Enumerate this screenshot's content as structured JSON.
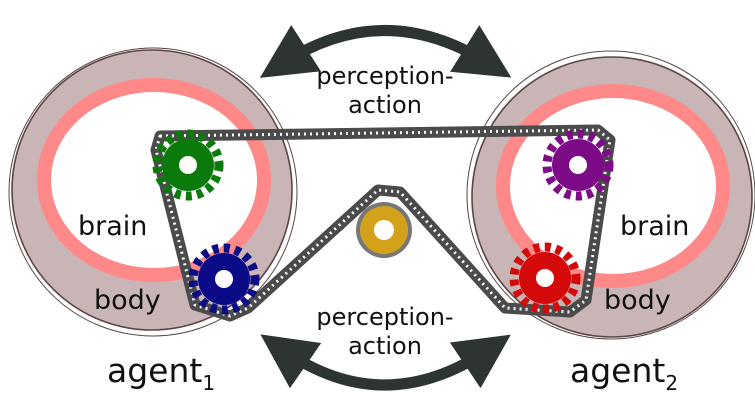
{
  "labels": {
    "perception_action_top_line1": "perception-",
    "perception_action_top_line2": "action",
    "perception_action_bottom_line1": "perception-",
    "perception_action_bottom_line2": "action",
    "agent1_brain": "brain",
    "agent1_body": "body",
    "agent2_brain": "brain",
    "agent2_body": "body",
    "agent1_name": "agent",
    "agent1_sub": "1",
    "agent2_name": "agent",
    "agent2_sub": "2"
  },
  "colors": {
    "body": "#c9b5b5",
    "body_outline": "#5a4646",
    "brain_ring": "#ff8888",
    "belt": "#4b4b4b",
    "arrow": "#2e3333",
    "gear_green": "#0a7a0a",
    "gear_navy": "#0b0b88",
    "gear_purple": "#7d0a87",
    "gear_red": "#d40a0a",
    "pulley": "#d4a21a"
  },
  "icons": {
    "top_arrow": "double-headed-curved-arrow",
    "bottom_arrow": "double-headed-curved-arrow",
    "gears": "gear"
  }
}
